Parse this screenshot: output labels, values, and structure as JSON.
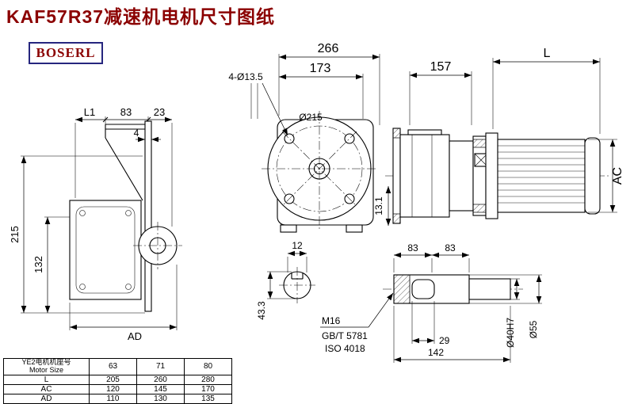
{
  "title": "KAF57R37减速机电机尺寸图纸",
  "logo": "BOSERL",
  "dims": {
    "d266": "266",
    "d173": "173",
    "d157": "157",
    "dL": "L",
    "bolt_holes": "4-Ø13.5",
    "flange_dia": "Ø215",
    "dL1": "L1",
    "left83": "83",
    "d23": "23",
    "d4": "4",
    "d215": "215",
    "d132": "132",
    "dAD": "AD",
    "dAC": "AC",
    "d131": "13.1",
    "d12": "12",
    "d433": "43.3",
    "shaft83a": "83",
    "shaft83b": "83",
    "thread": "M16",
    "std_gb": "GB/T 5781",
    "std_iso": "ISO 4018",
    "d29": "29",
    "d142": "142",
    "d40": "Ø40H7",
    "d55": "Ø55"
  },
  "table": {
    "header_cn": "YE2电机机座号",
    "header_en": "Motor Size",
    "sizes": [
      "63",
      "71",
      "80"
    ],
    "rows": [
      {
        "label": "L",
        "values": [
          "205",
          "260",
          "280"
        ]
      },
      {
        "label": "AC",
        "values": [
          "120",
          "145",
          "170"
        ]
      },
      {
        "label": "AD",
        "values": [
          "110",
          "130",
          "135"
        ]
      }
    ]
  }
}
